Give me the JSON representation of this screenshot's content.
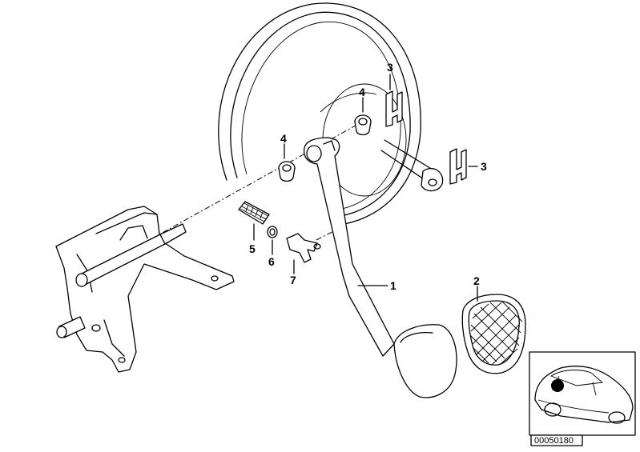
{
  "callouts": {
    "c1": "1",
    "c2": "2",
    "c3a": "3",
    "c3b": "3",
    "c4a": "4",
    "c4b": "4",
    "c5": "5",
    "c6": "6",
    "c7": "7"
  },
  "reference_number": "00050180",
  "colors": {
    "line": "#000000",
    "background": "#ffffff"
  }
}
